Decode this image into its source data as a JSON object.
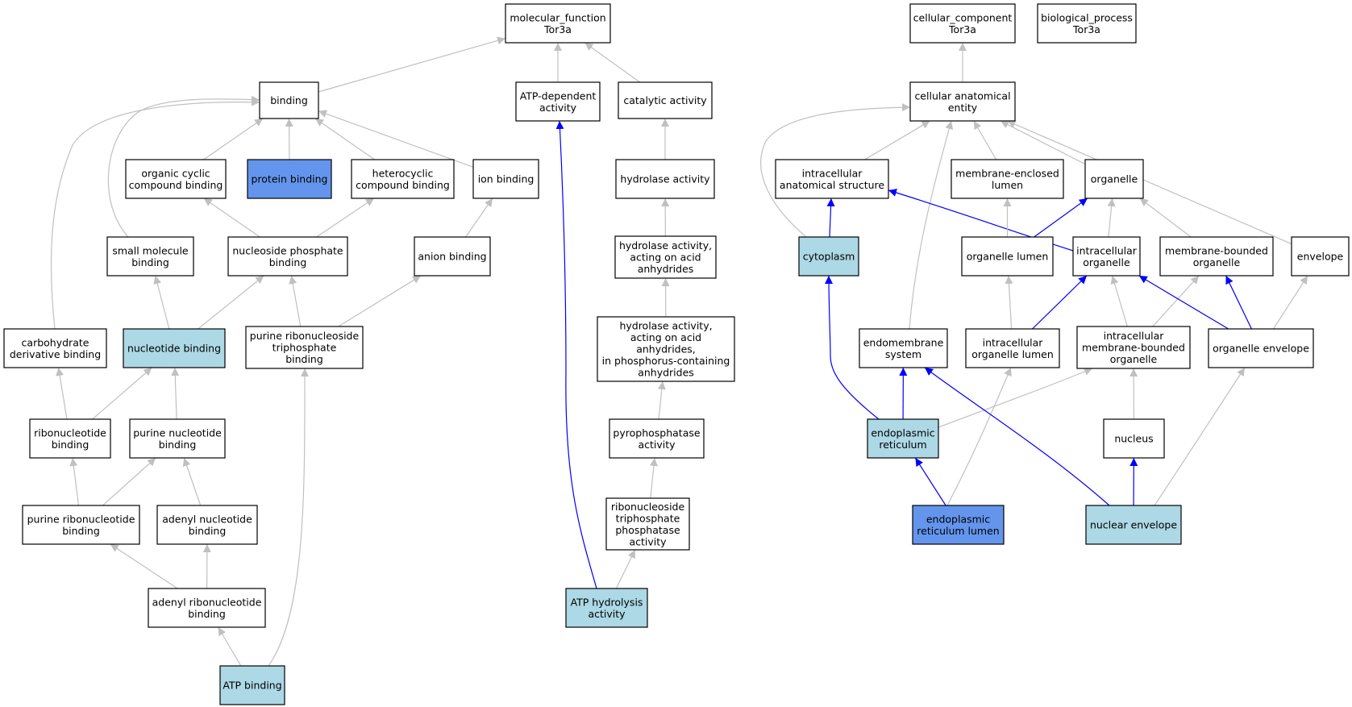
{
  "colors": {
    "default_fill": "#ffffff",
    "light_fill": "#add8e6",
    "strong_fill": "#6495ed",
    "grey_edge": "#c0c0c0",
    "blue_edge": "#0000ff"
  },
  "nodes": [
    {
      "id": "mf",
      "lines": [
        "molecular_function",
        "Tor3a"
      ],
      "fill": "default"
    },
    {
      "id": "cc",
      "lines": [
        "cellular_component",
        "Tor3a"
      ],
      "fill": "default"
    },
    {
      "id": "bp",
      "lines": [
        "biological_process",
        "Tor3a"
      ],
      "fill": "default"
    },
    {
      "id": "binding",
      "lines": [
        "binding"
      ],
      "fill": "default"
    },
    {
      "id": "atpdep",
      "lines": [
        "ATP-dependent",
        "activity"
      ],
      "fill": "default"
    },
    {
      "id": "catalytic",
      "lines": [
        "catalytic activity"
      ],
      "fill": "default"
    },
    {
      "id": "cae",
      "lines": [
        "cellular anatomical",
        "entity"
      ],
      "fill": "default"
    },
    {
      "id": "orgcyclic",
      "lines": [
        "organic cyclic",
        "compound binding"
      ],
      "fill": "default"
    },
    {
      "id": "protein",
      "lines": [
        "protein binding"
      ],
      "fill": "strong"
    },
    {
      "id": "heterocyclic",
      "lines": [
        "heterocyclic",
        "compound binding"
      ],
      "fill": "default"
    },
    {
      "id": "ion",
      "lines": [
        "ion binding"
      ],
      "fill": "default"
    },
    {
      "id": "hydrolase",
      "lines": [
        "hydrolase activity"
      ],
      "fill": "default"
    },
    {
      "id": "ias",
      "lines": [
        "intracellular",
        "anatomical structure"
      ],
      "fill": "default"
    },
    {
      "id": "mel",
      "lines": [
        "membrane-enclosed",
        "lumen"
      ],
      "fill": "default"
    },
    {
      "id": "organelle",
      "lines": [
        "organelle"
      ],
      "fill": "default"
    },
    {
      "id": "smallmol",
      "lines": [
        "small molecule",
        "binding"
      ],
      "fill": "default"
    },
    {
      "id": "nucphos",
      "lines": [
        "nucleoside phosphate",
        "binding"
      ],
      "fill": "default"
    },
    {
      "id": "anion",
      "lines": [
        "anion binding"
      ],
      "fill": "default"
    },
    {
      "id": "hyd_acid",
      "lines": [
        "hydrolase activity,",
        "acting on acid",
        "anhydrides"
      ],
      "fill": "default"
    },
    {
      "id": "cytoplasm",
      "lines": [
        "cytoplasm"
      ],
      "fill": "light"
    },
    {
      "id": "orglumen",
      "lines": [
        "organelle lumen"
      ],
      "fill": "default"
    },
    {
      "id": "intraorg",
      "lines": [
        "intracellular",
        "organelle"
      ],
      "fill": "default"
    },
    {
      "id": "mbo",
      "lines": [
        "membrane-bounded",
        "organelle"
      ],
      "fill": "default"
    },
    {
      "id": "envelope",
      "lines": [
        "envelope"
      ],
      "fill": "default"
    },
    {
      "id": "carbo",
      "lines": [
        "carbohydrate",
        "derivative binding"
      ],
      "fill": "default"
    },
    {
      "id": "nucleotide",
      "lines": [
        "nucleotide binding"
      ],
      "fill": "light"
    },
    {
      "id": "prnt",
      "lines": [
        "purine ribonucleoside",
        "triphosphate",
        "binding"
      ],
      "fill": "default"
    },
    {
      "id": "hyd_phos",
      "lines": [
        "hydrolase activity,",
        "acting on acid",
        "anhydrides,",
        "in phosphorus-containing",
        "anhydrides"
      ],
      "fill": "default"
    },
    {
      "id": "endomem",
      "lines": [
        "endomembrane",
        "system"
      ],
      "fill": "default"
    },
    {
      "id": "iol",
      "lines": [
        "intracellular",
        "organelle lumen"
      ],
      "fill": "default"
    },
    {
      "id": "imbo",
      "lines": [
        "intracellular",
        "membrane-bounded",
        "organelle"
      ],
      "fill": "default"
    },
    {
      "id": "orgenv",
      "lines": [
        "organelle envelope"
      ],
      "fill": "default"
    },
    {
      "id": "ribonuc",
      "lines": [
        "ribonucleotide",
        "binding"
      ],
      "fill": "default"
    },
    {
      "id": "purinenuc",
      "lines": [
        "purine nucleotide",
        "binding"
      ],
      "fill": "default"
    },
    {
      "id": "pyrophos",
      "lines": [
        "pyrophosphatase",
        "activity"
      ],
      "fill": "default"
    },
    {
      "id": "er",
      "lines": [
        "endoplasmic",
        "reticulum"
      ],
      "fill": "light"
    },
    {
      "id": "nucleus",
      "lines": [
        "nucleus"
      ],
      "fill": "default"
    },
    {
      "id": "purineribo",
      "lines": [
        "purine ribonucleotide",
        "binding"
      ],
      "fill": "default"
    },
    {
      "id": "adenylnuc",
      "lines": [
        "adenyl nucleotide",
        "binding"
      ],
      "fill": "default"
    },
    {
      "id": "rntp",
      "lines": [
        "ribonucleoside",
        "triphosphate",
        "phosphatase",
        "activity"
      ],
      "fill": "default"
    },
    {
      "id": "erlumen",
      "lines": [
        "endoplasmic",
        "reticulum lumen"
      ],
      "fill": "strong"
    },
    {
      "id": "nucenv",
      "lines": [
        "nuclear envelope"
      ],
      "fill": "light"
    },
    {
      "id": "adenylribo",
      "lines": [
        "adenyl ribonucleotide",
        "binding"
      ],
      "fill": "default"
    },
    {
      "id": "atphyd",
      "lines": [
        "ATP hydrolysis",
        "activity"
      ],
      "fill": "light"
    },
    {
      "id": "atpbinding",
      "lines": [
        "ATP binding"
      ],
      "fill": "light"
    }
  ],
  "edges": [
    {
      "from": "binding",
      "to": "mf",
      "color": "grey"
    },
    {
      "from": "atpdep",
      "to": "mf",
      "color": "grey"
    },
    {
      "from": "catalytic",
      "to": "mf",
      "color": "grey"
    },
    {
      "from": "cae",
      "to": "cc",
      "color": "grey"
    },
    {
      "from": "orgcyclic",
      "to": "binding",
      "color": "grey"
    },
    {
      "from": "protein",
      "to": "binding",
      "color": "grey"
    },
    {
      "from": "heterocyclic",
      "to": "binding",
      "color": "grey"
    },
    {
      "from": "ion",
      "to": "binding",
      "color": "grey"
    },
    {
      "from": "smallmol",
      "to": "binding",
      "color": "grey"
    },
    {
      "from": "carbo",
      "to": "binding",
      "color": "grey"
    },
    {
      "from": "hydrolase",
      "to": "catalytic",
      "color": "grey"
    },
    {
      "from": "ias",
      "to": "cae",
      "color": "grey"
    },
    {
      "from": "mel",
      "to": "cae",
      "color": "grey"
    },
    {
      "from": "organelle",
      "to": "cae",
      "color": "grey"
    },
    {
      "from": "envelope",
      "to": "cae",
      "color": "grey"
    },
    {
      "from": "cytoplasm",
      "to": "cae",
      "color": "grey"
    },
    {
      "from": "endomem",
      "to": "cae",
      "color": "grey"
    },
    {
      "from": "nucphos",
      "to": "orgcyclic",
      "color": "grey"
    },
    {
      "from": "nucphos",
      "to": "heterocyclic",
      "color": "grey"
    },
    {
      "from": "anion",
      "to": "ion",
      "color": "grey"
    },
    {
      "from": "hyd_acid",
      "to": "hydrolase",
      "color": "grey"
    },
    {
      "from": "cytoplasm",
      "to": "ias",
      "color": "blue"
    },
    {
      "from": "intraorg",
      "to": "ias",
      "color": "blue"
    },
    {
      "from": "orglumen",
      "to": "mel",
      "color": "grey"
    },
    {
      "from": "orglumen",
      "to": "organelle",
      "color": "blue"
    },
    {
      "from": "intraorg",
      "to": "organelle",
      "color": "grey"
    },
    {
      "from": "mbo",
      "to": "organelle",
      "color": "grey"
    },
    {
      "from": "nucleotide",
      "to": "smallmol",
      "color": "grey"
    },
    {
      "from": "nucleotide",
      "to": "nucphos",
      "color": "grey"
    },
    {
      "from": "prnt",
      "to": "nucphos",
      "color": "grey"
    },
    {
      "from": "prnt",
      "to": "anion",
      "color": "grey"
    },
    {
      "from": "hyd_phos",
      "to": "hyd_acid",
      "color": "grey"
    },
    {
      "from": "er",
      "to": "cytoplasm",
      "color": "blue"
    },
    {
      "from": "iol",
      "to": "orglumen",
      "color": "grey"
    },
    {
      "from": "iol",
      "to": "intraorg",
      "color": "blue"
    },
    {
      "from": "imbo",
      "to": "intraorg",
      "color": "grey"
    },
    {
      "from": "imbo",
      "to": "mbo",
      "color": "grey"
    },
    {
      "from": "orgenv",
      "to": "intraorg",
      "color": "blue"
    },
    {
      "from": "orgenv",
      "to": "mbo",
      "color": "blue"
    },
    {
      "from": "orgenv",
      "to": "envelope",
      "color": "grey"
    },
    {
      "from": "ribonuc",
      "to": "carbo",
      "color": "grey"
    },
    {
      "from": "ribonuc",
      "to": "nucleotide",
      "color": "grey"
    },
    {
      "from": "purinenuc",
      "to": "nucleotide",
      "color": "grey"
    },
    {
      "from": "pyrophos",
      "to": "hyd_phos",
      "color": "grey"
    },
    {
      "from": "er",
      "to": "endomem",
      "color": "blue"
    },
    {
      "from": "er",
      "to": "imbo",
      "color": "grey"
    },
    {
      "from": "nucleus",
      "to": "imbo",
      "color": "grey"
    },
    {
      "from": "purineribo",
      "to": "ribonuc",
      "color": "grey"
    },
    {
      "from": "purineribo",
      "to": "purinenuc",
      "color": "grey"
    },
    {
      "from": "adenylnuc",
      "to": "purinenuc",
      "color": "grey"
    },
    {
      "from": "rntp",
      "to": "pyrophos",
      "color": "grey"
    },
    {
      "from": "erlumen",
      "to": "er",
      "color": "blue"
    },
    {
      "from": "erlumen",
      "to": "iol",
      "color": "grey"
    },
    {
      "from": "nucenv",
      "to": "nucleus",
      "color": "blue"
    },
    {
      "from": "nucenv",
      "to": "endomem",
      "color": "blue"
    },
    {
      "from": "nucenv",
      "to": "orgenv",
      "color": "grey"
    },
    {
      "from": "adenylribo",
      "to": "purineribo",
      "color": "grey"
    },
    {
      "from": "adenylribo",
      "to": "adenylnuc",
      "color": "grey"
    },
    {
      "from": "atphyd",
      "to": "rntp",
      "color": "grey"
    },
    {
      "from": "atphyd",
      "to": "atpdep",
      "color": "blue"
    },
    {
      "from": "atpbinding",
      "to": "adenylribo",
      "color": "grey"
    },
    {
      "from": "atpbinding",
      "to": "prnt",
      "color": "grey"
    }
  ]
}
